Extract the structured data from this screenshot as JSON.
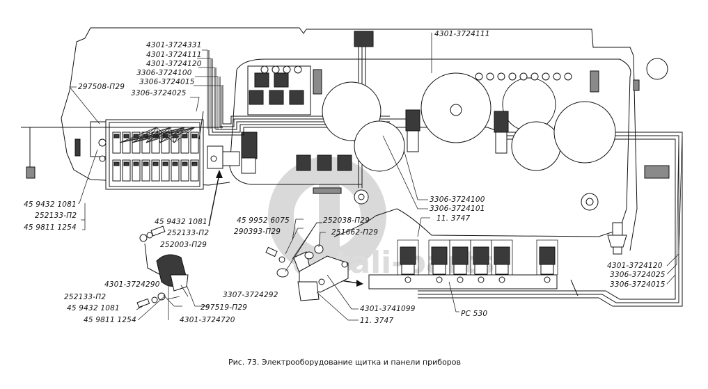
{
  "figure": {
    "caption": "Рис. 73. Электрооборудование щитка и панели приборов",
    "watermark": "detali-parts",
    "colors": {
      "ink": "#111111",
      "background": "#ffffff",
      "watermark": "#d9d9d9"
    }
  },
  "labels": {
    "top_harness": [
      "4301-3724331",
      "4301-3724111",
      "4301-3724120",
      "3306-3724100",
      "3306-3724015",
      "3306-3724025"
    ],
    "top_right_harness": "4301-3724111",
    "left_bracket": "297508-П29",
    "left_fasteners": [
      "45 9432 1081",
      "252133-П2",
      "45 9811 1254"
    ],
    "coil_fasteners_top": [
      "45 9432 1081",
      "252133-П2",
      "252003-П29"
    ],
    "coil_parts": [
      "4301-3724290",
      "3307-3724292",
      "297519-П29",
      "4301-3724720"
    ],
    "coil_fasteners_bottom": [
      "252133-П2",
      "45 9432 1081",
      "45 9811 1254"
    ],
    "relay_bolt": [
      "45 9952 6075",
      "290393-П29"
    ],
    "relay_washers": [
      "252038-П29",
      "251662-П29"
    ],
    "relay_parts": [
      "4301-3741099",
      "11. 3747"
    ],
    "center_harness": [
      "3306-3724100",
      "3306-3724101",
      "11. 3747"
    ],
    "relay_block": "PC 530",
    "right_harness": [
      "4301-3724120",
      "3306-3724025",
      "3306-3724015"
    ]
  }
}
